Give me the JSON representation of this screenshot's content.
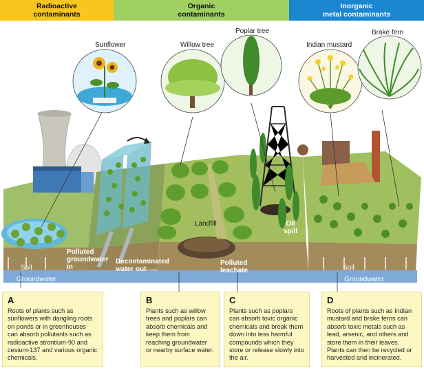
{
  "headers": [
    {
      "lines": [
        "Radioactive",
        "contaminants"
      ],
      "color": "#f9c51f"
    },
    {
      "lines": [
        "Organic",
        "contaminants"
      ],
      "color": "#9fd061"
    },
    {
      "lines": [
        "Inorganic",
        "metal contaminants"
      ],
      "color": "#1a86d0"
    }
  ],
  "plant_labels": {
    "sunflower": "Sunflower",
    "willow": "Willow tree",
    "poplar": "Poplar tree",
    "mustard": "Indian mustard",
    "fern": "Brake fern"
  },
  "scene_labels": {
    "polluted_groundwater": [
      "Polluted",
      "groundwater",
      "in"
    ],
    "decontaminated_water": [
      "Decontaminated",
      "water out"
    ],
    "landfill": "Landfill",
    "oil_spill": [
      "Oil",
      "spill"
    ],
    "polluted_leachate": [
      "Polluted",
      "leachate"
    ],
    "soil_left": "Soil",
    "groundwater_left": "Groundwater",
    "soil_right": "Soil",
    "groundwater_right": "Groundwater"
  },
  "boxes": [
    {
      "letter": "A",
      "text": "Roots of plants such as sunflowers with dangling roots on ponds or in greenhouses can absorb pollutants such as radioactive strontium-90 and cesium-137 and various organic chemicals."
    },
    {
      "letter": "B",
      "text": "Plants such as willow trees and poplars can absorb chemicals and keep them from reaching groundwater or nearby surface water."
    },
    {
      "letter": "C",
      "text": "Plants such as poplars can absorb toxic organic chemicals and break them down into less harmful compounds which they store or release slowly into the air."
    },
    {
      "letter": "D",
      "text": "Roots of plants such as Indian mustard and brake ferns can absorb toxic metals such as lead, arsenic, and others and store them in their leaves. Plants can then be recycled or harvested and incinerated."
    }
  ]
}
